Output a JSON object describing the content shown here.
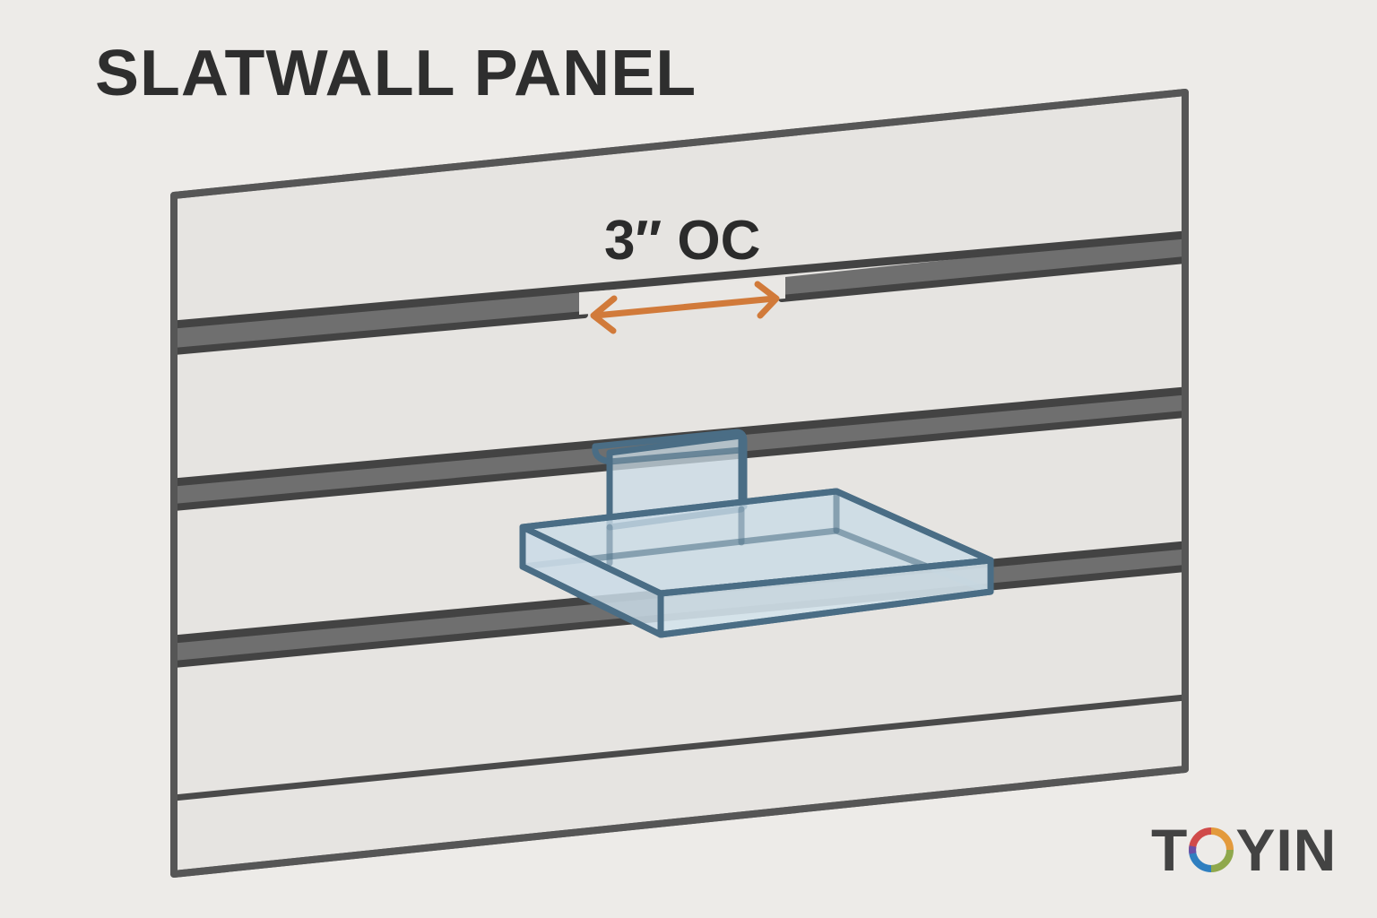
{
  "title": "SLATWALL PANEL",
  "dimension": {
    "label": "3″ OC",
    "arrow_color": "#d17a3a",
    "meaning": "slot spacing on center"
  },
  "panel": {
    "fill": "#e6e4e1",
    "edge_color": "#565656",
    "slot_fill": "#6f6f6f",
    "slot_line": "#434343",
    "slot_count": 3
  },
  "shelf": {
    "stroke": "#4a6d85",
    "fill": "#c9dbe6"
  },
  "logo": {
    "text_before": "T",
    "text_after": "YIN",
    "ring_colors": [
      "#d04a4a",
      "#e39a3c",
      "#8fa84c",
      "#2f7fc0",
      "#6b4fa6"
    ]
  },
  "background": "#edebe8"
}
